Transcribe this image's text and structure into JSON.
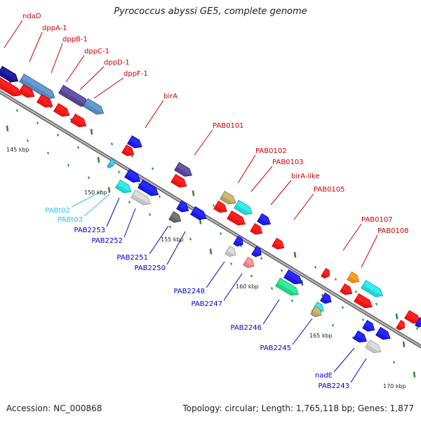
{
  "title": "Pyrococcus abyssi GE5, complete genome",
  "footer": {
    "accession": "Accession: NC_000868",
    "summary": "Topology: circular; Length: 1,765,118 bp; Genes: 1,877"
  },
  "colors": {
    "backbone": "#888888",
    "forward_label": "#cc0000",
    "reverse_label": "#0000cc",
    "rna_label": "#33bbee",
    "tick": "#2a8a2a"
  },
  "scale_labels": [
    "145 kbp",
    "150 kbp",
    "155 kbp",
    "160 kbp",
    "165 kbp",
    "170 kbp"
  ],
  "forward_genes": [
    "ndaD",
    "dppA-1",
    "dppB-1",
    "dppC-1",
    "dppD-1",
    "dppF-1",
    "birA",
    "PAB0101",
    "PAB0102",
    "PAB0103",
    "birA-like",
    "PAB0105",
    "PAB0107",
    "PAB0108"
  ],
  "reverse_genes": [
    "PABt02",
    "PABt03",
    "PAB2253",
    "PAB2252",
    "PAB2251",
    "PAB2250",
    "PAB2248",
    "PAB2247",
    "PAB2246",
    "PAB2245",
    "nadE",
    "PAB2243"
  ]
}
